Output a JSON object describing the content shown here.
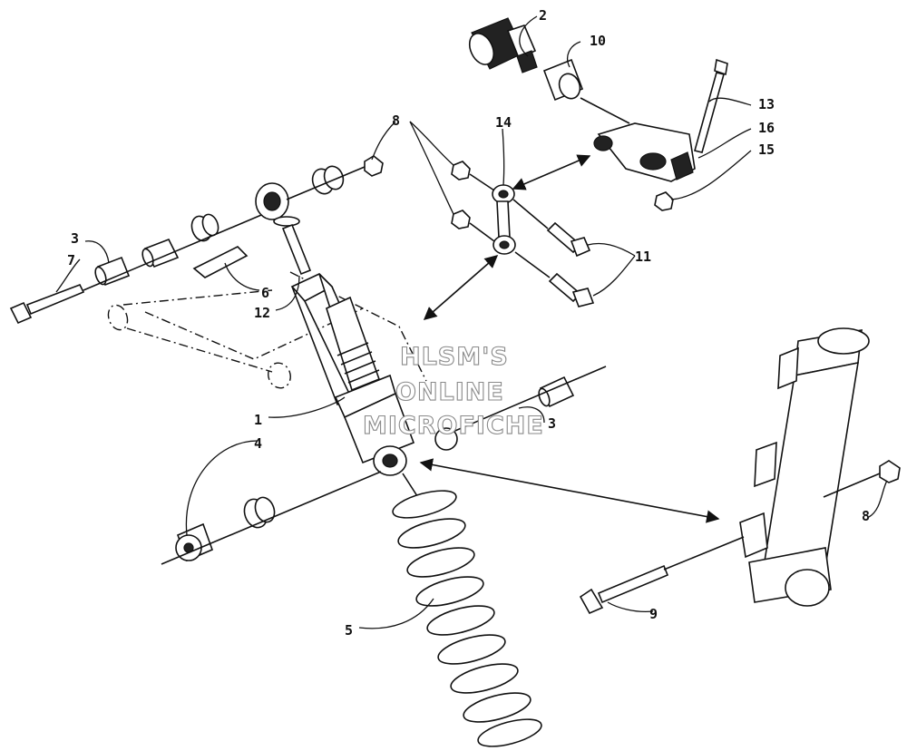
{
  "callouts": {
    "c1": "1",
    "c2": "2",
    "c3a": "3",
    "c3b": "3",
    "c4": "4",
    "c5": "5",
    "c6": "6",
    "c7": "7",
    "c8a": "8",
    "c8b": "8",
    "c9": "9",
    "c10": "10",
    "c11": "11",
    "c12": "12",
    "c13": "13",
    "c14": "14",
    "c15": "15",
    "c16": "16"
  },
  "watermark": {
    "line1": "HLSM'S",
    "line2": "ONLINE",
    "line3": "MICROFICHE"
  }
}
